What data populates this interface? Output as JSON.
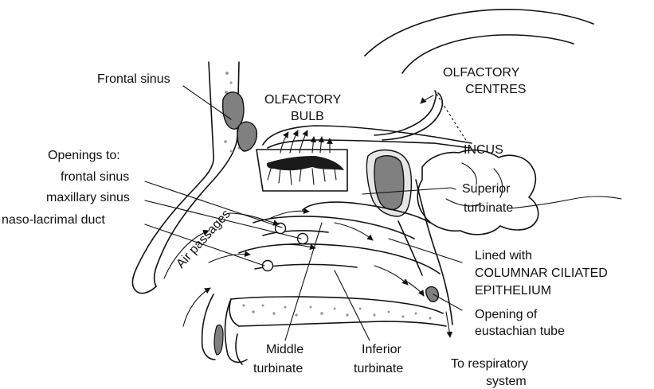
{
  "labels": {
    "frontal_sinus": "Frontal sinus",
    "olfactory_bulb_l1": "OLFACTORY",
    "olfactory_bulb_l2": "BULB",
    "olfactory_centres_l1": "OLFACTORY",
    "olfactory_centres_l2": "CENTRES",
    "incus": "INCUS",
    "openings_to": "Openings to:",
    "opening_frontal_sinus": "frontal sinus",
    "opening_maxillary_sinus": "maxillary sinus",
    "opening_naso_lacrimal": "naso-lacrimal duct",
    "air_passages": "Air passages",
    "superior_turbinate_l1": "Superior",
    "superior_turbinate_l2": "turbinate",
    "lined_with_l1": "Lined with",
    "lined_with_l2": "COLUMNAR CILIATED",
    "lined_with_l3": "EPITHELIUM",
    "eustachian_l1": "Opening of",
    "eustachian_l2": "eustachian tube",
    "middle_turbinate_l1": "Middle",
    "middle_turbinate_l2": "turbinate",
    "inferior_turbinate_l1": "Inferior",
    "inferior_turbinate_l2": "turbinate",
    "respiratory_l1": "To respiratory",
    "respiratory_l2": "system"
  },
  "colors": {
    "ink": "#111111",
    "shade": "#808080",
    "stipple": "#9a9a9a",
    "background": "#ffffff"
  }
}
